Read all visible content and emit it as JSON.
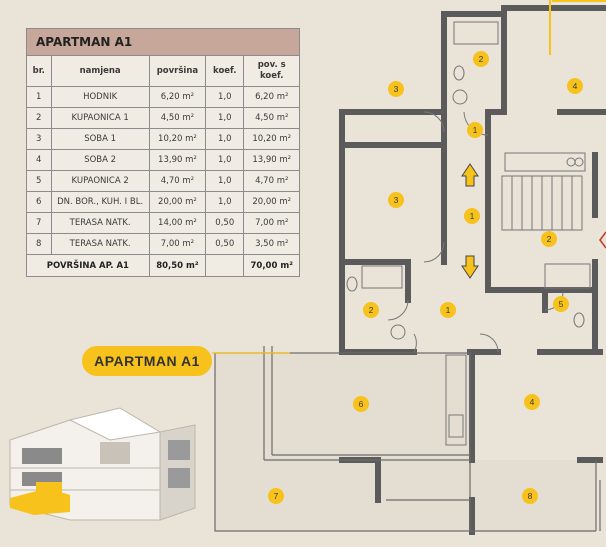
{
  "table": {
    "title": "APARTMAN A1",
    "headers": [
      "br.",
      "namjena",
      "površina",
      "koef.",
      "pov. s koef."
    ],
    "rows": [
      {
        "no": "1",
        "name": "HODNIK",
        "area": "6,20 m²",
        "coef": "1,0",
        "area_coef": "6,20 m²"
      },
      {
        "no": "2",
        "name": "KUPAONICA 1",
        "area": "4,50 m²",
        "coef": "1,0",
        "area_coef": "4,50 m²"
      },
      {
        "no": "3",
        "name": "SOBA 1",
        "area": "10,20 m²",
        "coef": "1,0",
        "area_coef": "10,20 m²"
      },
      {
        "no": "4",
        "name": "SOBA 2",
        "area": "13,90 m²",
        "coef": "1,0",
        "area_coef": "13,90 m²"
      },
      {
        "no": "5",
        "name": "KUPAONICA 2",
        "area": "4,70 m²",
        "coef": "1,0",
        "area_coef": "4,70 m²"
      },
      {
        "no": "6",
        "name": "DN. BOR., KUH. I BL.",
        "area": "20,00 m²",
        "coef": "1,0",
        "area_coef": "20,00 m²"
      },
      {
        "no": "7",
        "name": "TERASA NATK.",
        "area": "14,00 m²",
        "coef": "0,50",
        "area_coef": "7,00 m²"
      },
      {
        "no": "8",
        "name": "TERASA NATK.",
        "area": "7,00 m²",
        "coef": "0,50",
        "area_coef": "3,50 m²"
      }
    ],
    "total": {
      "label": "POVRŠINA AP. A1",
      "area": "80,50 m²",
      "area_coef": "70,00 m²"
    }
  },
  "apartment_badge": "APARTMAN A1",
  "floorplan": {
    "markers": [
      "3",
      "3",
      "2",
      "4",
      "1",
      "1",
      "2",
      "1",
      "2",
      "5",
      "6",
      "4",
      "7",
      "8"
    ]
  },
  "colors": {
    "background": "#e9e3d8",
    "table_header": "#c7a79a",
    "accent_yellow": "#f7c21b",
    "wall": "#5b5b5b"
  }
}
